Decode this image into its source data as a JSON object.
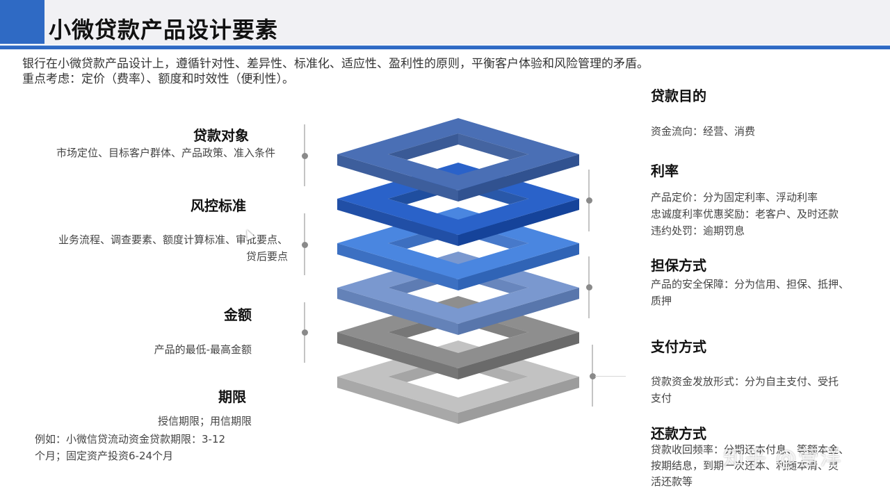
{
  "header": {
    "title": "小微贷款产品设计要素",
    "accent_color": "#2f6ac4",
    "background": "#f1f1f4"
  },
  "intro": {
    "line1": "银行在小微贷款产品设计上，遵循针对性、差异性、标准化、适应性、盈利性的原则，平衡客户体验和风险管理的矛盾。",
    "line2": "重点考虑：定价（费率）、额度和时效性（便利性）。"
  },
  "left_blocks": [
    {
      "title": "贷款对象",
      "desc": [
        "市场定位、目标客户群体、产品政策、准入条件"
      ]
    },
    {
      "title": "风控标准",
      "desc": [
        "业务流程、调查要素、额度计算标准、审批要点、",
        "贷后要点"
      ]
    },
    {
      "title": "金额",
      "desc": [
        "产品的最低-最高金额"
      ]
    },
    {
      "title": "期限",
      "desc": [
        "授信期限；用信期限",
        "例如：小微信贷流动资金贷款期限：3-12",
        "个月；固定资产投资6-24个月"
      ]
    }
  ],
  "right_blocks": [
    {
      "title": "贷款目的",
      "desc": [
        "资金流向：经营、消费"
      ]
    },
    {
      "title": "利率",
      "desc": [
        "产品定价：分为固定利率、浮动利率",
        "忠诚度利率优惠奖励：老客户、及时还款",
        "违约处罚：逾期罚息"
      ]
    },
    {
      "title": "担保方式",
      "desc": [
        "产品的安全保障：分为信用、担保、抵押、",
        "质押"
      ]
    },
    {
      "title": "支付方式",
      "desc": [
        "贷款资金发放形式：分为自主支付、受托",
        "支付"
      ]
    },
    {
      "title": "还款方式",
      "desc": [
        "贷款收回频率：分期还本付息、等额本金、",
        "按期结息，到期一次还本、利随本清、灵",
        "活还款等"
      ]
    }
  ],
  "stack": {
    "layers": [
      {
        "color": "#4a6fb5",
        "side": "#3d5e9c",
        "inner": "#3a5a96"
      },
      {
        "color": "#2a62c9",
        "side": "#214fa6",
        "inner": "#1f4e9f"
      },
      {
        "color": "#4a86e0",
        "side": "#3c70c2",
        "inner": "#3d6fc0"
      },
      {
        "color": "#7a98cf",
        "side": "#6482b8",
        "inner": "#5e7cb3"
      },
      {
        "color": "#8e8e8e",
        "side": "#767676",
        "inner": "#777777"
      },
      {
        "color": "#c2c2c2",
        "side": "#a8a8a8",
        "inner": "#a5a5a5"
      }
    ]
  },
  "watermark": "知乎 @营洋"
}
